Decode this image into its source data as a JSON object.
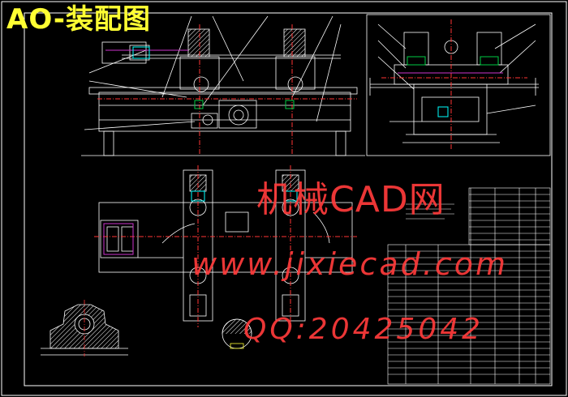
{
  "sheet": {
    "title": "AO-装配图"
  },
  "watermark": {
    "site_name": "机械CAD网",
    "url": "www.jixiecad.com",
    "qq": "QQ:2042504​2"
  },
  "colors": {
    "background": "#000000",
    "outline": "#ffffff",
    "title": "#ffff33",
    "watermark": "#ff3b3b",
    "centerline": "#ff3333",
    "hatch": "#00ffff",
    "accent_green": "#00cc44",
    "accent_magenta": "#cc33cc"
  }
}
